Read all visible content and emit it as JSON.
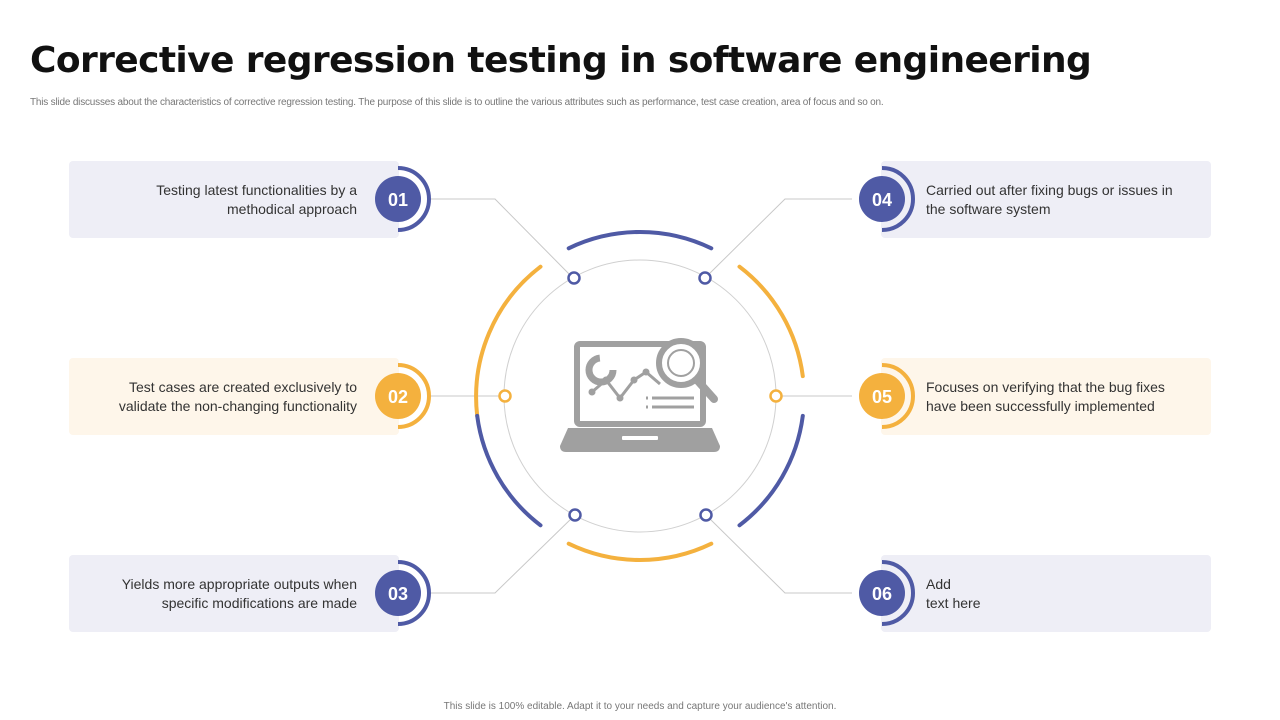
{
  "title": "Corrective regression testing in software engineering",
  "subtitle": "This slide discusses about the characteristics of corrective regression testing. The purpose of this slide is to outline the various  attributes such as performance, test case creation, area of focus and so on.",
  "footer": "This slide is 100% editable. Adapt it to your needs and capture your audience's attention.",
  "colors": {
    "blue": "#4f5aa5",
    "orange": "#f4b13e",
    "card_blue_bg": "#eeeef6",
    "card_orange_bg": "#fef6ea",
    "icon_gray": "#a0a0a0"
  },
  "center_icon": "laptop-analytics-icon",
  "items": [
    {
      "number": "01",
      "text": "Testing latest functionalities by a methodical approach",
      "color": "blue"
    },
    {
      "number": "02",
      "text": "Test cases are created exclusively to validate the non-changing functionality",
      "color": "orange"
    },
    {
      "number": "03",
      "text": "Yields more appropriate outputs when specific modifications are made",
      "color": "blue"
    },
    {
      "number": "04",
      "text": "Carried out after fixing bugs or issues in the software system",
      "color": "blue"
    },
    {
      "number": "05",
      "text": "Focuses on verifying that the bug fixes have been successfully implemented",
      "color": "orange"
    },
    {
      "number": "06",
      "text": "Add\ntext here",
      "color": "blue"
    }
  ]
}
